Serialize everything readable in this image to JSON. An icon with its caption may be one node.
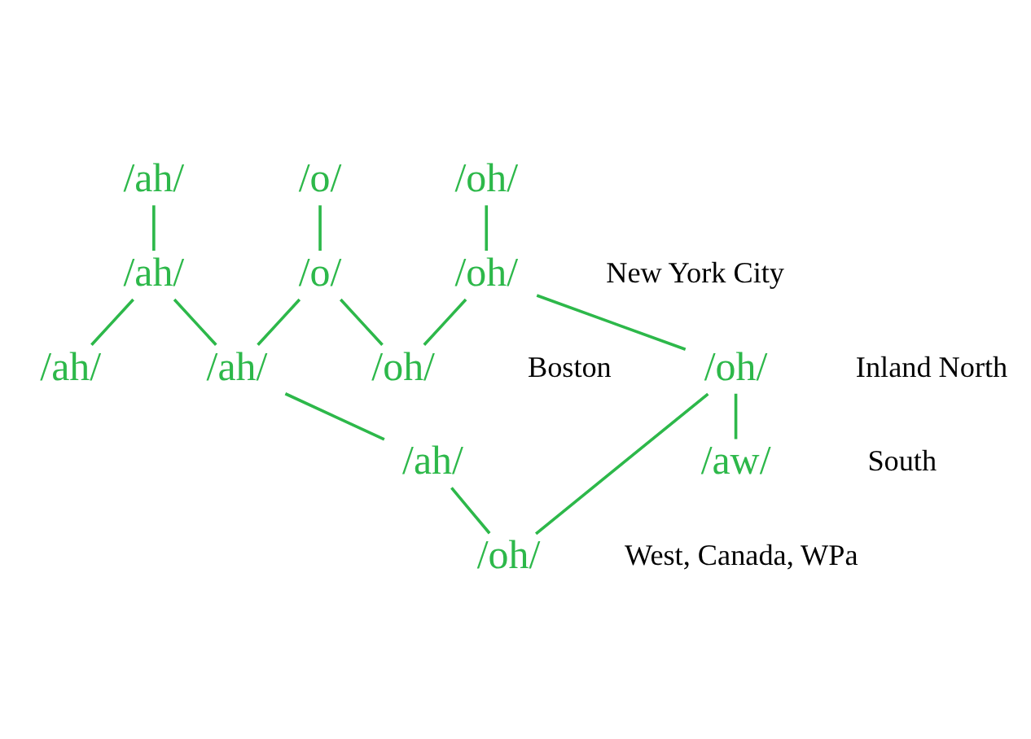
{
  "diagram": {
    "nodes": [
      {
        "text": [
          "/ah/"
        ]
      },
      {
        "text": [
          "/o/"
        ]
      },
      {
        "text": [
          "/oh/"
        ]
      },
      {
        "text": [
          "/ah/"
        ]
      },
      {
        "text": [
          "/o/"
        ]
      },
      {
        "text": [
          "/oh/"
        ]
      },
      {
        "text": [
          "/ah/"
        ]
      },
      {
        "text": [
          "/oh/"
        ]
      },
      {
        "text": [
          "/ah/"
        ]
      },
      {
        "text": [
          "/oh/"
        ]
      },
      {
        "text": [
          "/ah/"
        ]
      },
      {
        "text": [
          "/aw/"
        ]
      },
      {
        "text": [
          "/oh/"
        ]
      }
    ],
    "edges": [
      {
        "from": 0,
        "to": 3,
        "arrow": "none"
      },
      {
        "from": 1,
        "to": 4,
        "arrow": "none"
      },
      {
        "from": 2,
        "to": 5,
        "arrow": "none"
      },
      {
        "from": 3,
        "to": 6,
        "arrow": "none"
      },
      {
        "from": 3,
        "to": 8,
        "arrow": "none"
      },
      {
        "from": 4,
        "to": 8,
        "arrow": "none"
      },
      {
        "from": 4,
        "to": 7,
        "arrow": "none"
      },
      {
        "from": 5,
        "to": 7,
        "arrow": "none"
      },
      {
        "from": 5,
        "to": 9,
        "arrow": "none"
      },
      {
        "from": 8,
        "to": 10,
        "arrow": "none"
      },
      {
        "from": 10,
        "to": 12,
        "arrow": "none"
      },
      {
        "from": 12,
        "to": 9,
        "arrow": "none"
      },
      {
        "from": 9,
        "to": 11,
        "arrow": "none"
      }
    ],
    "labels": [
      "New York City",
      "Boston",
      "Inland North",
      "South",
      "West, Canada, WPa"
    ]
  }
}
